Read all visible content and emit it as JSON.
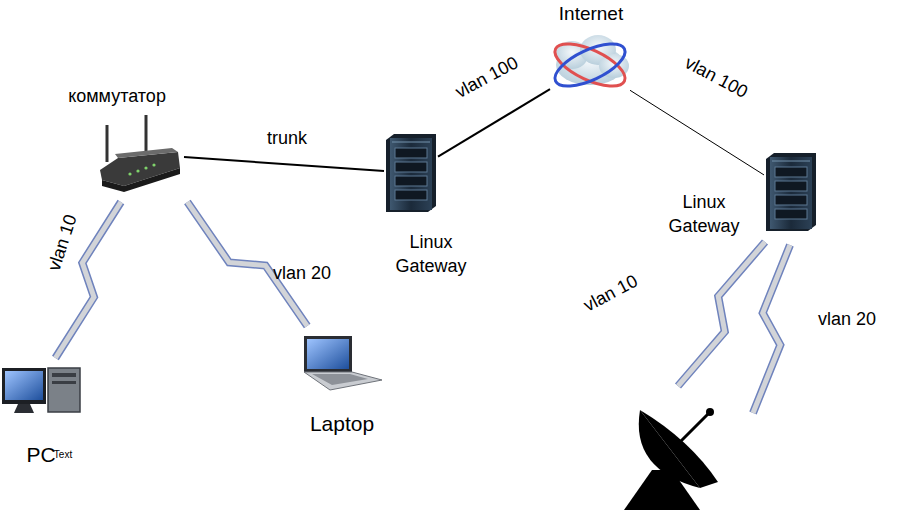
{
  "diagram": {
    "nodes": [
      {
        "text": [
          "Internet"
        ]
      },
      {
        "text": [
          "коммутатор"
        ]
      },
      {
        "text": [
          "Linux Gateway"
        ]
      },
      {
        "text": [
          "Linux Gateway"
        ]
      },
      {
        "text": [
          "Laptop"
        ]
      },
      {
        "text": [
          "PC",
          "Text"
        ]
      }
    ],
    "edges": [
      {
        "from": 1,
        "to": 2,
        "arrow": "none",
        "label": "trunk"
      },
      {
        "from": 2,
        "to": 0,
        "arrow": "none",
        "label": "vlan 100"
      },
      {
        "from": 0,
        "to": 3,
        "arrow": "none",
        "label": "vlan 100"
      },
      {
        "from": 1,
        "to": 5,
        "arrow": "none",
        "label": "vlan 10"
      },
      {
        "from": 1,
        "to": 4,
        "arrow": "none",
        "label": "vlan 20"
      }
    ],
    "labels": [
      "vlan 10",
      "vlan 20"
    ]
  }
}
